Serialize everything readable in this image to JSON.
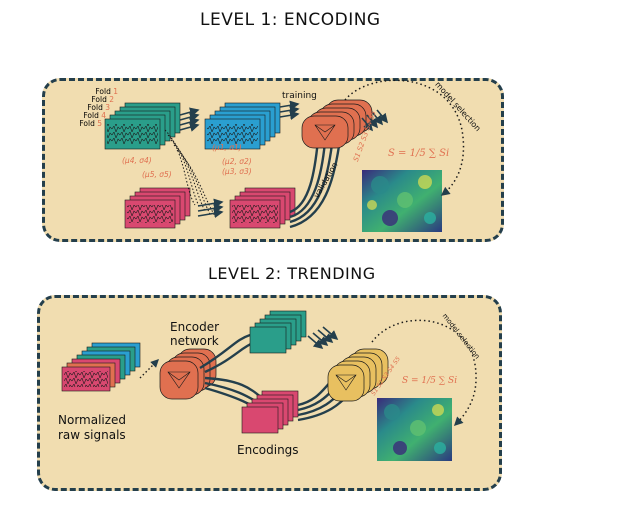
{
  "level1": {
    "title": "LEVEL 1: ENCODING",
    "folds": [
      {
        "label": "Fold",
        "num": "1"
      },
      {
        "label": "Fold",
        "num": "2"
      },
      {
        "label": "Fold",
        "num": "3"
      },
      {
        "label": "Fold",
        "num": "4"
      },
      {
        "label": "Fold",
        "num": "5"
      }
    ],
    "params": [
      "(μ1, σ1)",
      "(μ2, σ2)",
      "(μ3, σ3)",
      "(μ4, σ4)",
      "(μ5, σ5)"
    ],
    "training_label": "training",
    "validation_label": "validation",
    "model_selection_label": "model selection",
    "scores": "S1 S2 S3 S4 S5",
    "formula": "S = 1/5 ∑ Si"
  },
  "level2": {
    "title": "LEVEL 2: TRENDING",
    "encoder_label_1": "Encoder",
    "encoder_label_2": "network",
    "normalized_1": "Normalized",
    "normalized_2": "raw signals",
    "encodings_label": "Encodings",
    "model_selection_label": "model selection",
    "scores": "S1 S2 S3 S4 S5",
    "formula": "S = 1/5 ∑ Si"
  },
  "colors": {
    "panel_bg": "#f1ddb0",
    "border": "#243f4c",
    "teal": "#2a9e8a",
    "blue": "#2a9fd0",
    "pink": "#d94870",
    "orange": "#e07050",
    "yellow": "#e8c060",
    "accent_text": "#e07050"
  }
}
